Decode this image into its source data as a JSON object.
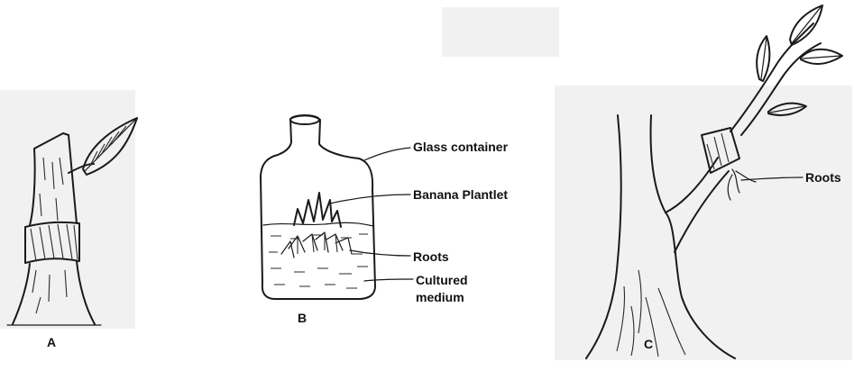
{
  "figures": [
    {
      "id": "A",
      "letter": "A"
    },
    {
      "id": "B",
      "letter": "B",
      "labels": [
        "Glass container",
        "Banana Plantlet",
        "Roots",
        "Cultured medium"
      ]
    },
    {
      "id": "C",
      "letter": "C",
      "labels": [
        "Roots"
      ]
    }
  ],
  "labels": {
    "glass_container": "Glass container",
    "banana_plantlet": "Banana Plantlet",
    "roots_b": "Roots",
    "cultured_medium_line1": "Cultured",
    "cultured_medium_line2": "medium",
    "roots_c": "Roots"
  },
  "letters": {
    "a": "A",
    "b": "B",
    "c": "C"
  }
}
